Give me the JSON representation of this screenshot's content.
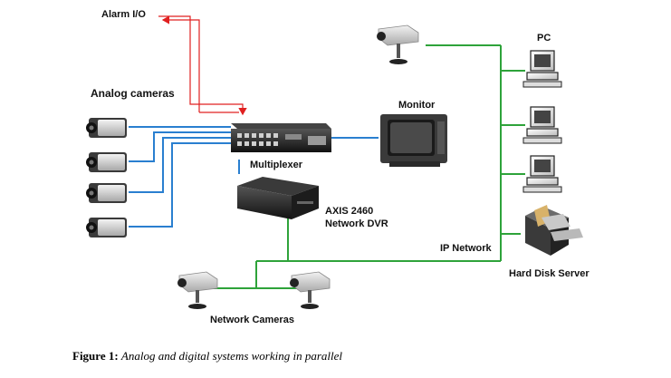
{
  "labels": {
    "alarm_io": "Alarm I/O",
    "analog_cameras": "Analog cameras",
    "monitor": "Monitor",
    "pc": "PC",
    "multiplexer": "Multiplexer",
    "dvr_line1": "AXIS 2460",
    "dvr_line2": "Network DVR",
    "ip_network": "IP Network",
    "hard_disk_server": "Hard Disk Server",
    "network_cameras": "Network Cameras"
  },
  "caption": {
    "prefix": "Figure 1:",
    "text": "Analog and digital systems working in parallel"
  },
  "colors": {
    "analog_link": "#2a7fd0",
    "ip_link": "#2ea33a",
    "alarm_link": "#e02020",
    "device_dark": "#2b2b2b"
  }
}
